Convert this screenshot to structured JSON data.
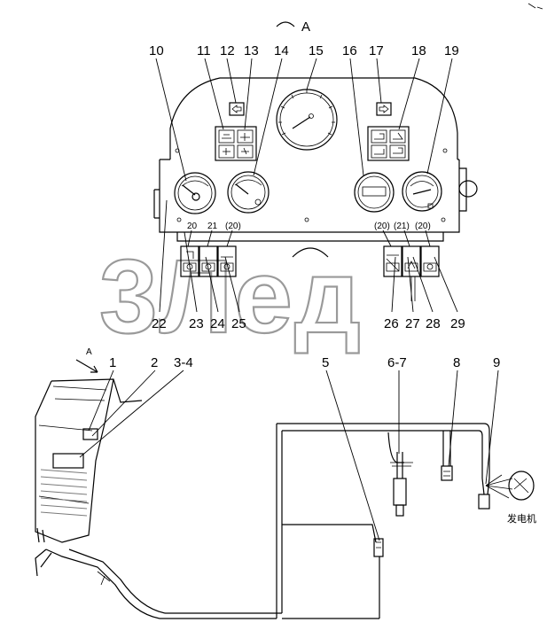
{
  "view_label": "A",
  "view_arrow_label": "A",
  "watermark": "3Лед",
  "generator_label": "发电机",
  "callouts_top": [
    "10",
    "11",
    "12",
    "13",
    "14",
    "15",
    "16",
    "17",
    "18",
    "19"
  ],
  "callouts_bottom": [
    "22",
    "23",
    "24",
    "25",
    "26",
    "27",
    "28",
    "29"
  ],
  "switch_labels_left": [
    "20",
    "21",
    "(20)"
  ],
  "switch_labels_right": [
    "(20)",
    "(21)",
    "(20)"
  ],
  "callouts_lower": [
    "1",
    "2",
    "3-4",
    "5",
    "6-7",
    "8",
    "9"
  ]
}
